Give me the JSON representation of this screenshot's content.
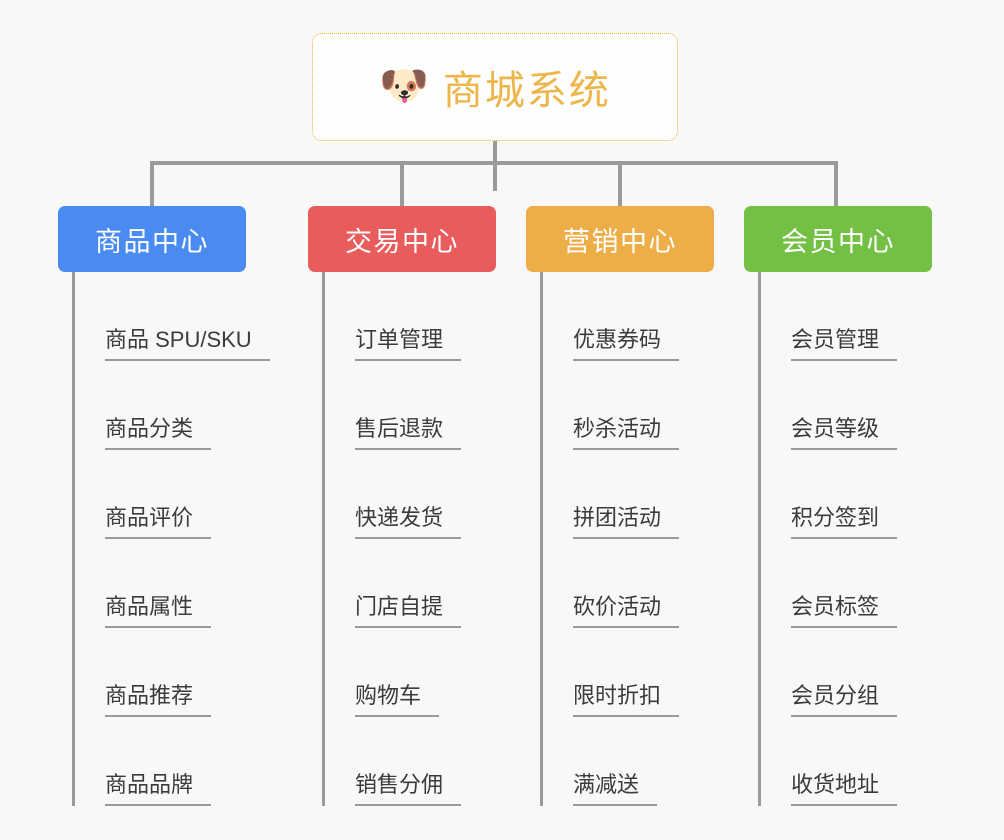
{
  "page": {
    "background_color": "#f8f8f8",
    "line_color": "#9a9a9a"
  },
  "root": {
    "icon": "dog-face-emoji",
    "icon_glyph": "🐶",
    "title": "商城系统",
    "border_color": "#f0b429",
    "text_color": "#edb54a"
  },
  "columns": [
    {
      "id": "product-center",
      "label": "商品中心",
      "color": "#4a8bf2",
      "items": [
        "商品 SPU/SKU",
        "商品分类",
        "商品评价",
        "商品属性",
        "商品推荐",
        "商品品牌"
      ]
    },
    {
      "id": "trade-center",
      "label": "交易中心",
      "color": "#e85c5c",
      "items": [
        "订单管理",
        "售后退款",
        "快递发货",
        "门店自提",
        "购物车",
        "销售分佣"
      ]
    },
    {
      "id": "marketing-center",
      "label": "营销中心",
      "color": "#edae47",
      "items": [
        "优惠券码",
        "秒杀活动",
        "拼团活动",
        "砍价活动",
        "限时折扣",
        "满减送"
      ]
    },
    {
      "id": "member-center",
      "label": "会员中心",
      "color": "#74c044",
      "items": [
        "会员管理",
        "会员等级",
        "积分签到",
        "会员标签",
        "会员分组",
        "收货地址"
      ]
    }
  ]
}
